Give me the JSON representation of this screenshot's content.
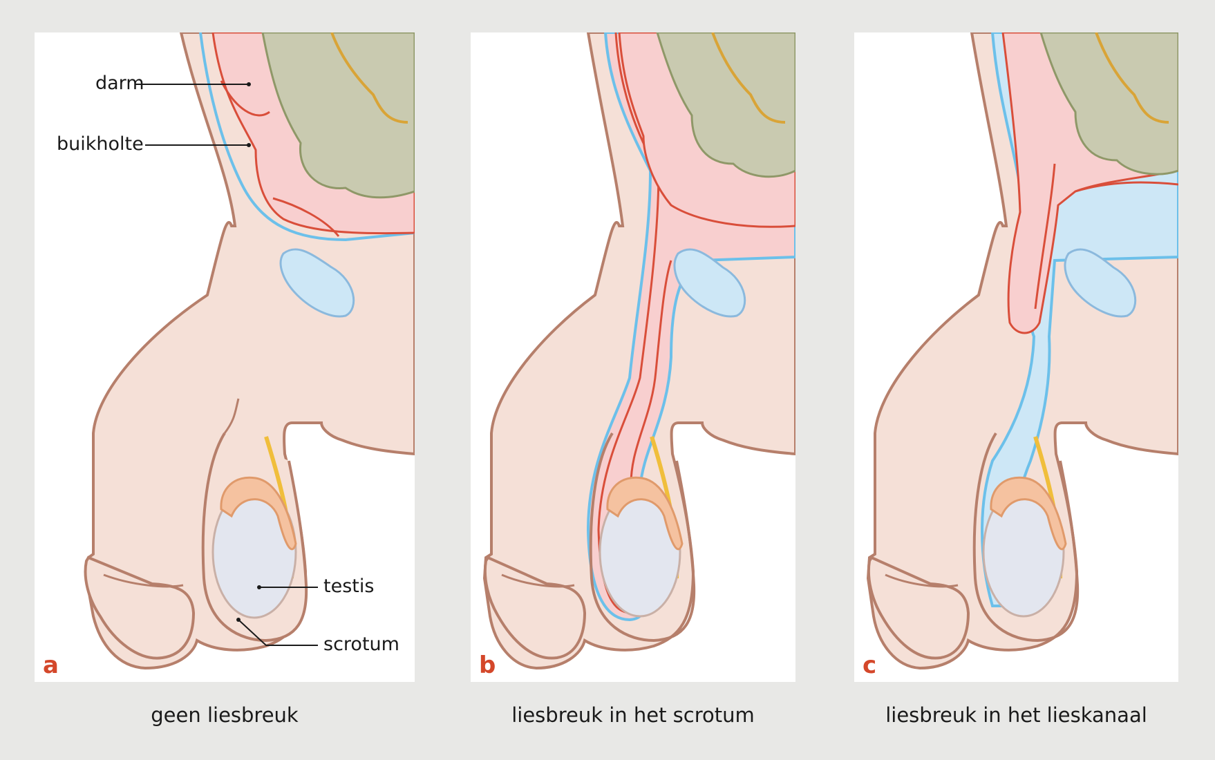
{
  "colors": {
    "background": "#e8e8e6",
    "skin": "#f5e0d7",
    "outline": "#b67f6b",
    "intestine": "#f8cfcf",
    "intestine_line": "#d94e3a",
    "bowel_mass": "#c9cab0",
    "bowel_outline": "#8f9868",
    "peritoneum": "#6cc0ea",
    "peritoneum_fill": "#cde7f6",
    "testis": "#e3e6ef",
    "epididymis": "#f5c2a0",
    "cord": "#f0be3b",
    "letter": "#d4472a"
  },
  "panels": [
    {
      "letter": "a",
      "caption": "geen liesbreuk",
      "labels": {
        "darm": "darm",
        "buikholte": "buikholte",
        "testis": "testis",
        "scrotum": "scrotum"
      }
    },
    {
      "letter": "b",
      "caption": "liesbreuk in het scrotum"
    },
    {
      "letter": "c",
      "caption": "liesbreuk in het lieskanaal"
    }
  ]
}
